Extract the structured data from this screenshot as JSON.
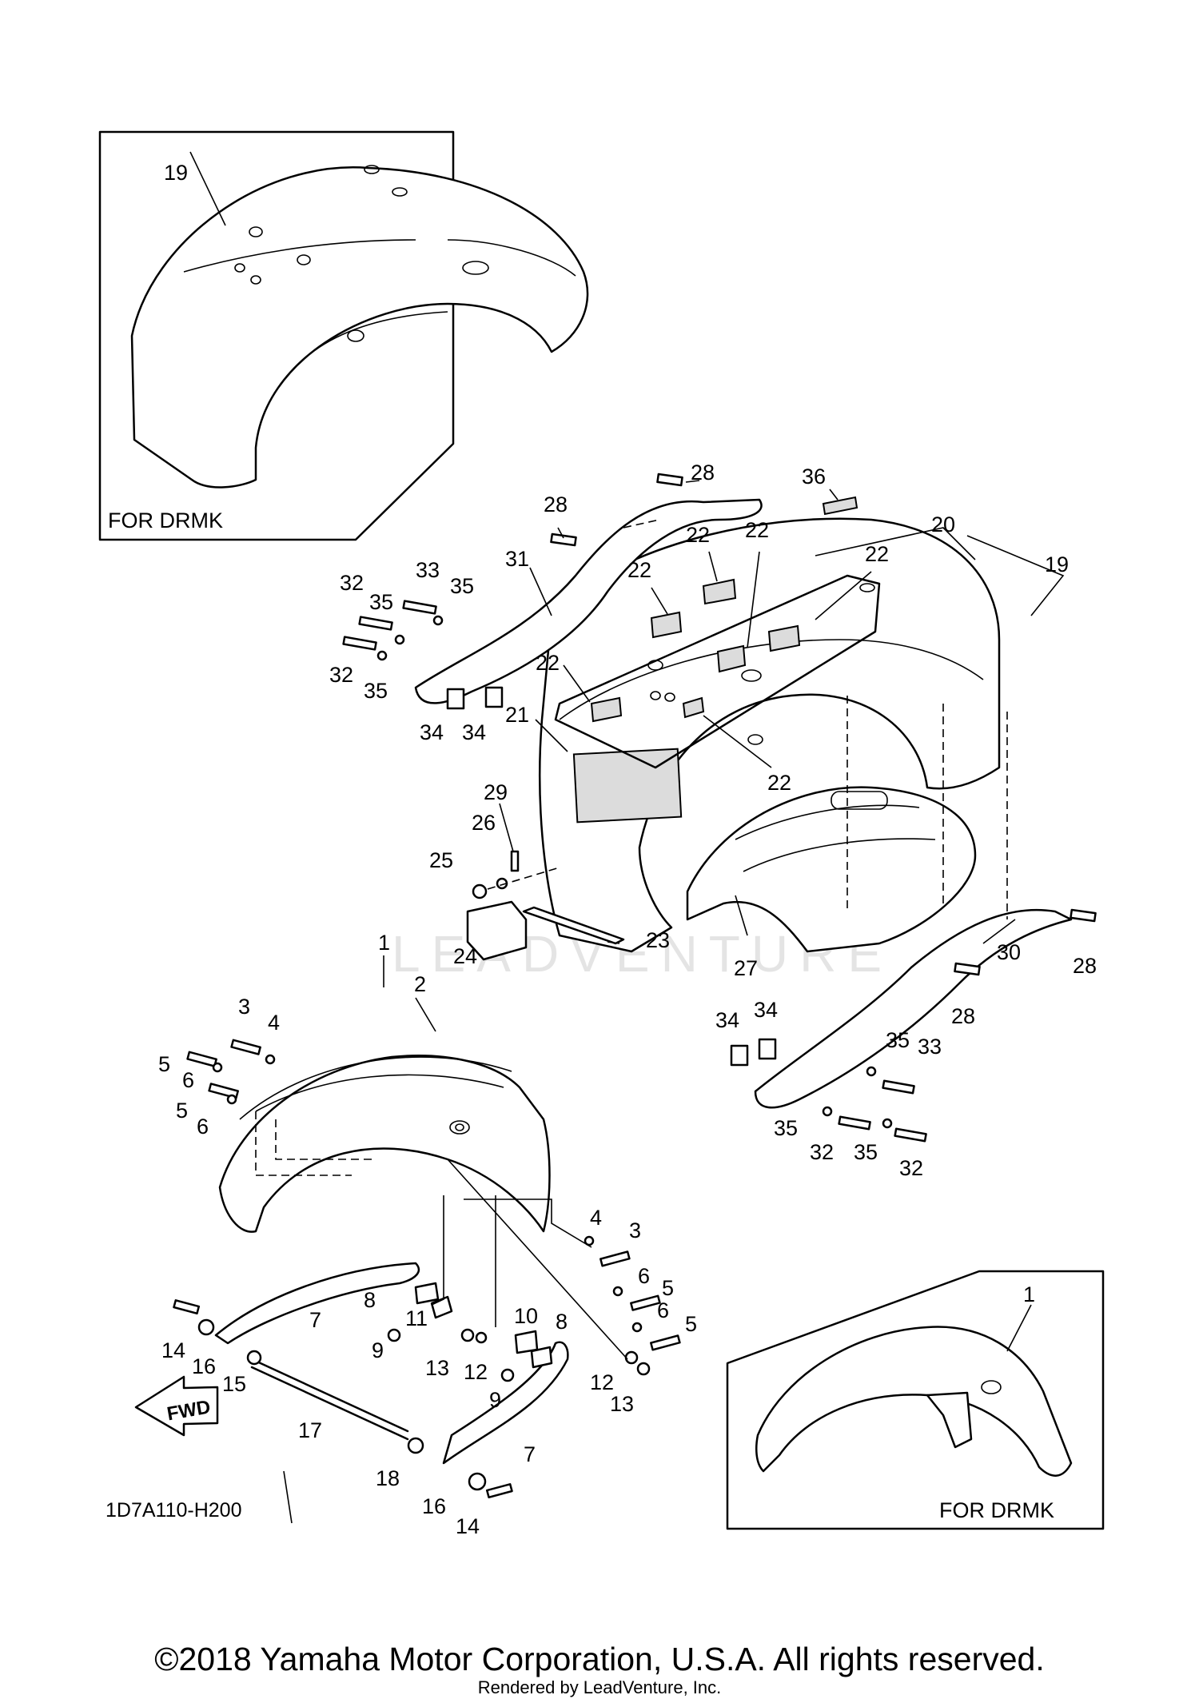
{
  "inset_labels": {
    "top_left": "FOR DRMK",
    "bottom_right": "FOR DRMK"
  },
  "diagram_code": "1D7A110-H200",
  "fwd_label": "FWD",
  "watermark": "LEADVENTURE",
  "copyright": "©2018 Yamaha Motor Corporation, U.S.A. All rights reserved.",
  "rendered_by": "Rendered by LeadVenture, Inc.",
  "callouts": [
    "19",
    "28",
    "36",
    "28",
    "22",
    "22",
    "20",
    "19",
    "33",
    "35",
    "31",
    "22",
    "22",
    "32",
    "35",
    "32",
    "35",
    "22",
    "34",
    "34",
    "21",
    "22",
    "29",
    "26",
    "25",
    "24",
    "23",
    "27",
    "30",
    "28",
    "28",
    "1",
    "2",
    "3",
    "4",
    "5",
    "6",
    "5",
    "6",
    "34",
    "34",
    "35",
    "33",
    "35",
    "32",
    "35",
    "32",
    "4",
    "3",
    "6",
    "5",
    "8",
    "11",
    "7",
    "10",
    "8",
    "6",
    "5",
    "14",
    "16",
    "15",
    "9",
    "13",
    "12",
    "9",
    "12",
    "13",
    "17",
    "18",
    "7",
    "16",
    "14",
    "1"
  ]
}
